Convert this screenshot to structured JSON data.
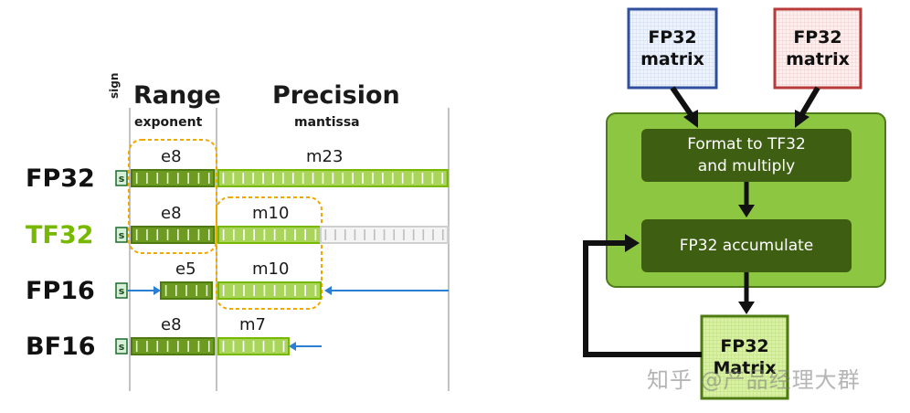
{
  "left_panel": {
    "sign_label": "sign",
    "range_title": "Range",
    "range_sub": "exponent",
    "precision_title": "Precision",
    "precision_sub": "mantissa",
    "formats": [
      {
        "name": "FP32",
        "sign": "s",
        "exp_label": "e8",
        "man_label": "m23"
      },
      {
        "name": "TF32",
        "sign": "s",
        "exp_label": "e8",
        "man_label": "m10"
      },
      {
        "name": "FP16",
        "sign": "s",
        "exp_label": "e5",
        "man_label": "m10"
      },
      {
        "name": "BF16",
        "sign": "s",
        "exp_label": "e8",
        "man_label": "m7"
      }
    ]
  },
  "right_panel": {
    "input_a": "FP32\nmatrix",
    "input_b": "FP32\nmatrix",
    "step1": "Format to TF32\nand multiply",
    "step2": "FP32 accumulate",
    "output": "FP32\nMatrix"
  },
  "watermark": "知乎 @产品经理大群",
  "colors": {
    "green_dark": "#4e7a12",
    "green_mid": "#76b900",
    "green_panel": "#8dc641",
    "dark_block": "#3e5f12",
    "tf32_label": "#76b900",
    "blue_box": "#2f4f9e",
    "red_box": "#b83a3a",
    "orange_dash": "#f0a800",
    "arrow_blue": "#2a7fd4"
  }
}
